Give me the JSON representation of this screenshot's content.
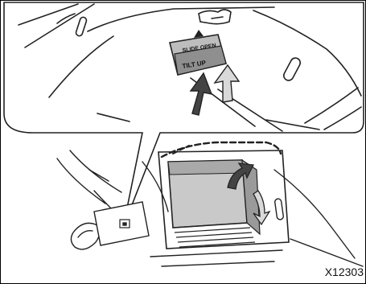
{
  "figure": {
    "code": "X12303",
    "switch_labels": {
      "slide_open": "SLIDE OPEN",
      "tilt_up": "TILT UP"
    }
  },
  "colors": {
    "line": "#222222",
    "panel_fill": "#c9c9c9",
    "panel_dark": "#9a9a9a",
    "arrow_fill": "#555555",
    "arrow_light": "#d9d9d9"
  },
  "icons": {
    "primary_arrow": "up-arrow-icon",
    "secondary_arrow": "up-arrow-outline-icon",
    "rotate_arrow": "curved-arrow-icon"
  }
}
